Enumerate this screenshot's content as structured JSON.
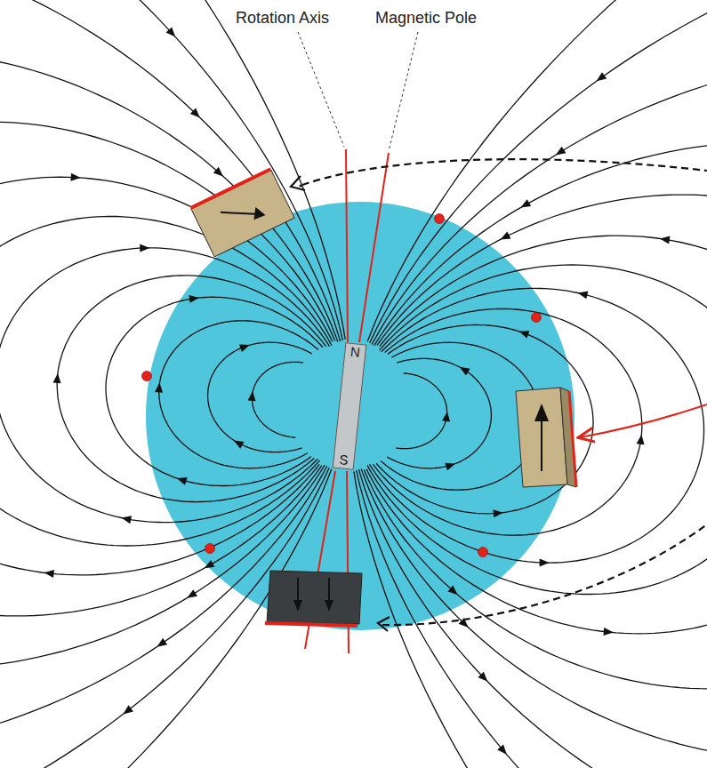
{
  "diagram": {
    "nodes": [
      {
        "text": [
          "N",
          "S"
        ]
      }
    ],
    "labels": [
      "Rotation Axis",
      "Magnetic Pole"
    ]
  }
}
